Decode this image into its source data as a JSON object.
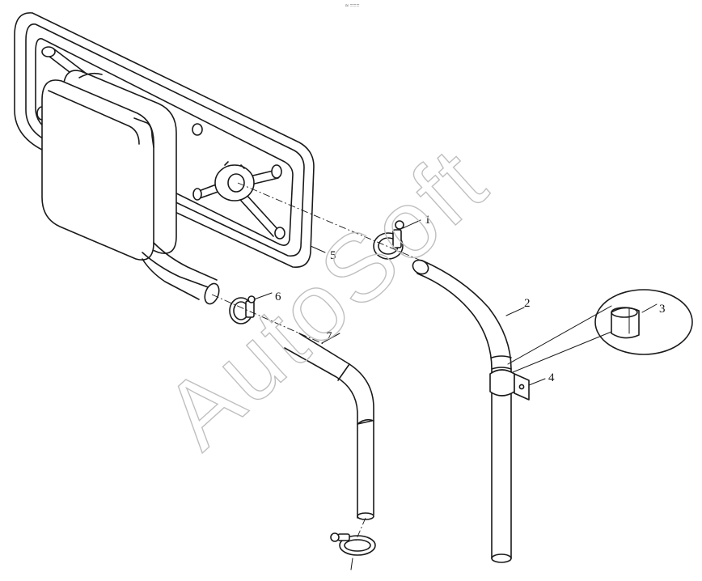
{
  "watermark": "AutoSoft",
  "top_mark": "≈ ===",
  "callouts": {
    "c1": "1",
    "c2": "2",
    "c3": "3",
    "c4": "4",
    "c5": "5",
    "c6": "6",
    "c7": "7"
  },
  "colors": {
    "line": "#1a1a1a",
    "watermark": "#bfbfbf",
    "background": "#ffffff"
  }
}
